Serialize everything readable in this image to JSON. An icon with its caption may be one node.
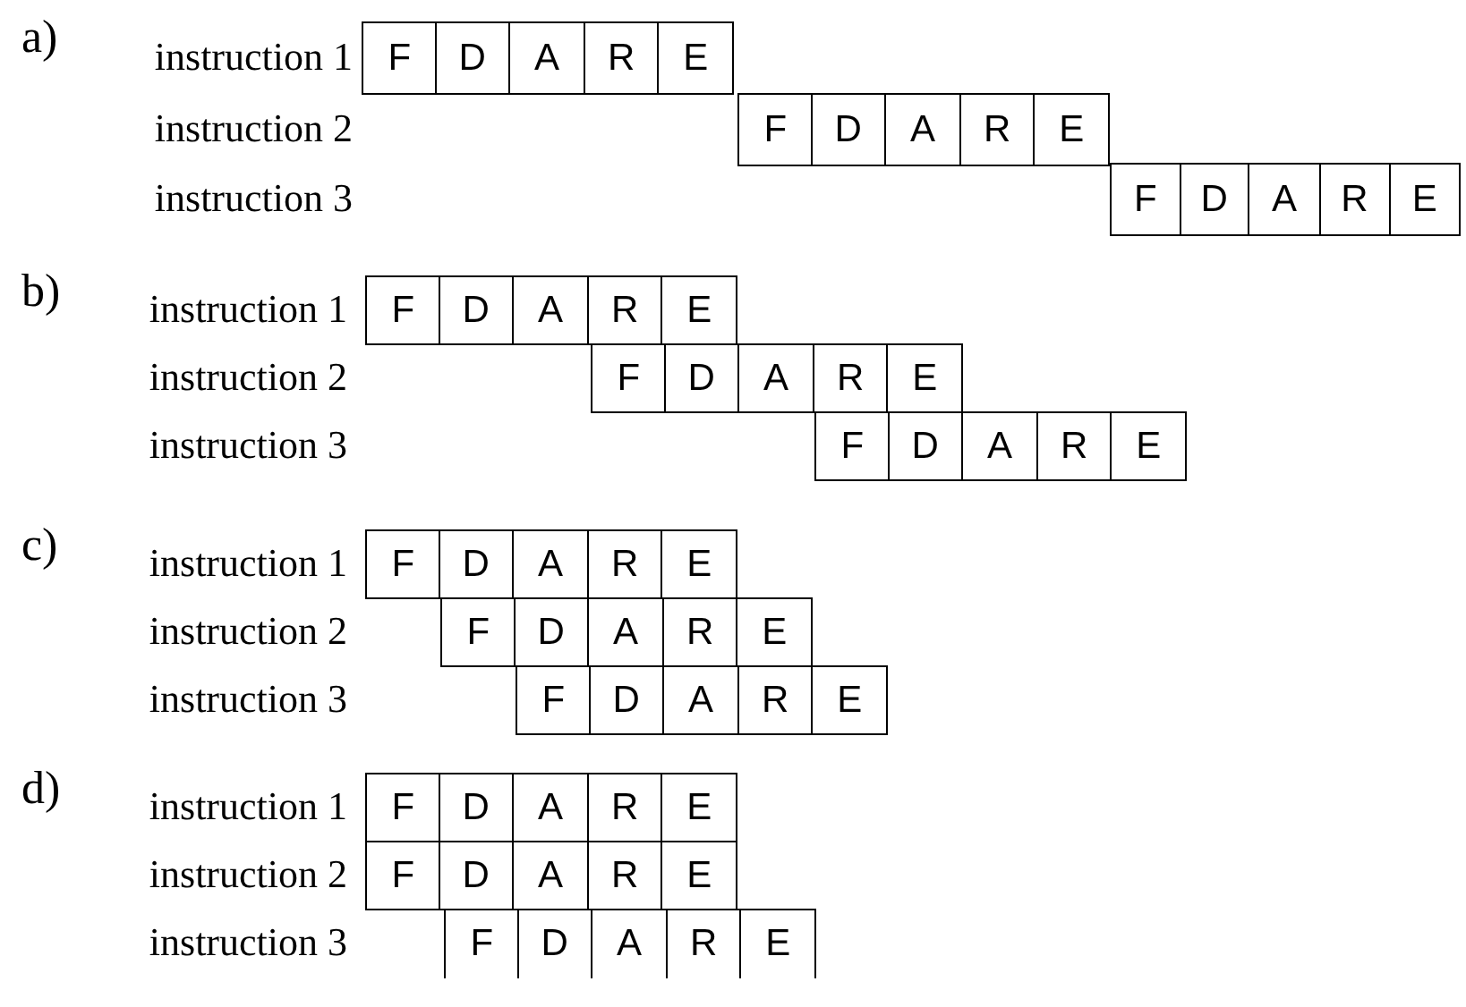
{
  "diagram": {
    "labels": [
      "a)",
      "instruction 1",
      "F",
      "D",
      "A",
      "R",
      "E",
      "instruction 2",
      "F",
      "D",
      "A",
      "R",
      "E",
      "instruction 3",
      "F",
      "D",
      "A",
      "R",
      "E",
      "b)",
      "instruction 1",
      "F",
      "D",
      "A",
      "R",
      "E",
      "instruction 2",
      "F",
      "D",
      "A",
      "R",
      "E",
      "instruction 3",
      "F",
      "D",
      "A",
      "R",
      "E",
      "c)",
      "instruction 1",
      "F",
      "D",
      "A",
      "R",
      "E",
      "instruction 2",
      "F",
      "D",
      "A",
      "R",
      "E",
      "instruction 3",
      "F",
      "D",
      "A",
      "R",
      "E",
      "d)",
      "instruction 1",
      "F",
      "D",
      "A",
      "R",
      "E",
      "instruction 2",
      "F",
      "D",
      "A",
      "R",
      "E",
      "instruction 3",
      "F",
      "D",
      "A",
      "R",
      "E"
    ]
  }
}
